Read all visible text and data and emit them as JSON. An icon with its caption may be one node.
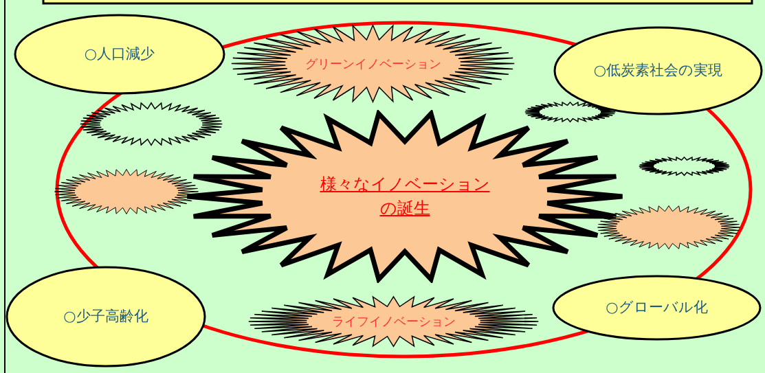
{
  "diagram": {
    "nodes": [
      {
        "text": [],
        "shape": "circle"
      },
      {
        "text": [
          "○人口減少"
        ]
      },
      {
        "text": [
          "グリーンイノベーション"
        ],
        "in": 0
      },
      {
        "text": [
          "○低炭素社会の実現"
        ]
      },
      {
        "text": [],
        "shape": "starburst",
        "in": 0
      },
      {
        "text": [],
        "shape": "starburst",
        "in": 0
      },
      {
        "text": [],
        "shape": "starburst",
        "in": 0
      },
      {
        "text": [],
        "shape": "starburst",
        "in": 0
      },
      {
        "text": [
          "様々なイノベーションの誕生"
        ],
        "in": 0
      },
      {
        "text": [],
        "shape": "starburst",
        "in": 0
      },
      {
        "text": [
          "○少子高齢化"
        ]
      },
      {
        "text": [
          "ライフイノベーション"
        ],
        "in": 0
      },
      {
        "text": [
          "○グローバル化"
        ]
      }
    ]
  }
}
